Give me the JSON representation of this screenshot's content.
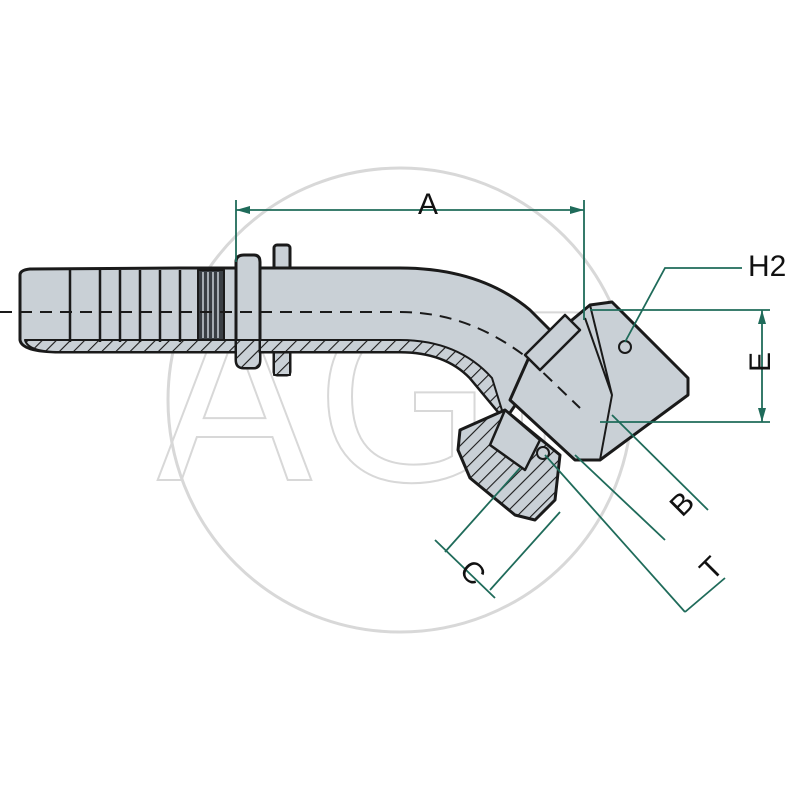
{
  "diagram": {
    "title": "",
    "dimension_labels": {
      "a": "A",
      "h2": "H2",
      "e": "E",
      "b": "B",
      "c": "C",
      "t": "T"
    },
    "watermark": {
      "text": "AGP"
    },
    "colors": {
      "body_fill": "#c9d0d6",
      "outline": "#1a1a1a",
      "dimension_line": "#1f6b5a",
      "watermark": "#d8d8d8"
    }
  }
}
